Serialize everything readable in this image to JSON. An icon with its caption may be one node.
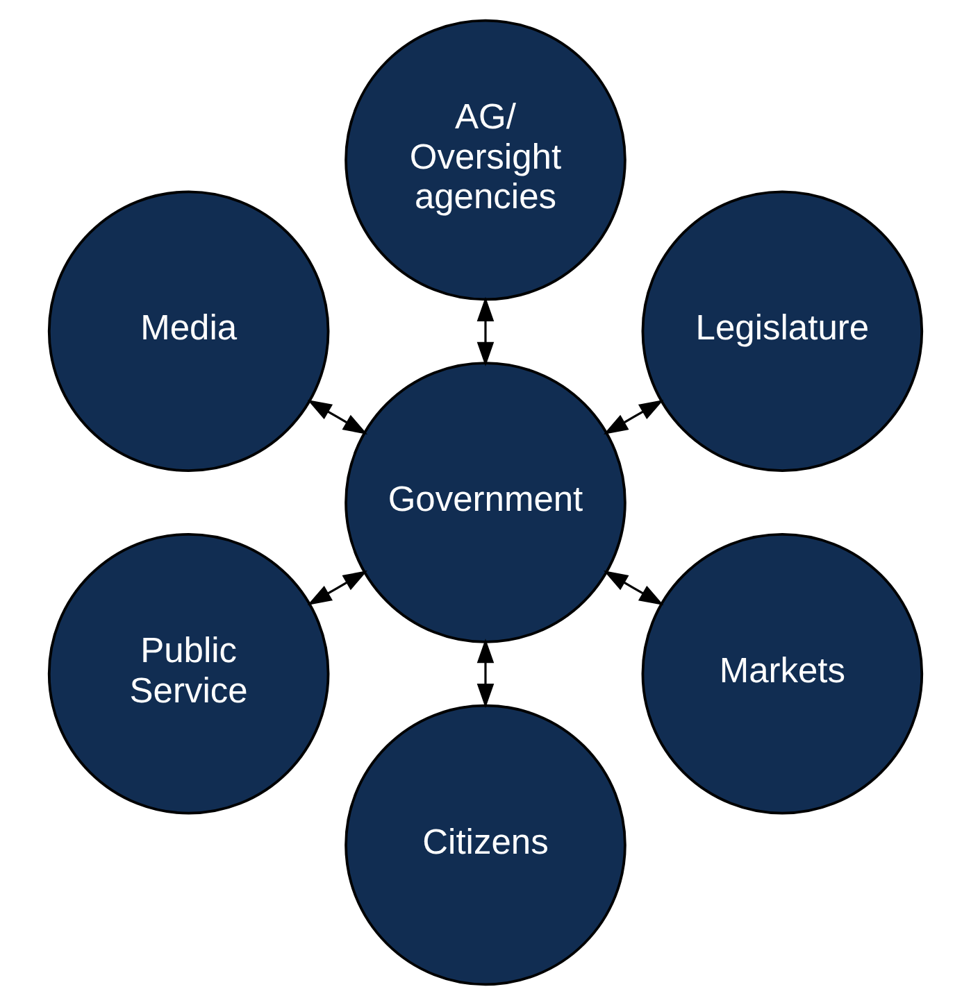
{
  "diagram": {
    "nodes": [
      {
        "text": [
          "Government"
        ]
      },
      {
        "text": [
          "Legislature"
        ]
      },
      {
        "text": [
          "AG/ Oversight agencies"
        ]
      },
      {
        "text": [
          "Media"
        ]
      },
      {
        "text": [
          "Public Service"
        ]
      },
      {
        "text": [
          "Citizens"
        ]
      },
      {
        "text": [
          "Markets"
        ]
      }
    ],
    "edges": [
      {
        "from": 1,
        "to": 0,
        "arrow": "both"
      },
      {
        "from": 2,
        "to": 0,
        "arrow": "both"
      },
      {
        "from": 3,
        "to": 0,
        "arrow": "both"
      },
      {
        "from": 4,
        "to": 0,
        "arrow": "both"
      },
      {
        "from": 5,
        "to": 0,
        "arrow": "both"
      },
      {
        "from": 6,
        "to": 0,
        "arrow": "both"
      }
    ]
  }
}
